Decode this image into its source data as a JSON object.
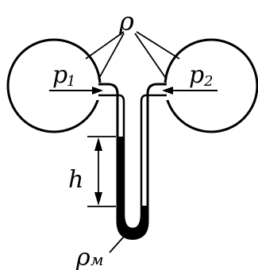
{
  "labels": {
    "rho": "ρ",
    "p1": "p",
    "p1_sub": "1",
    "p2": "p",
    "p2_sub": "2",
    "h": "h",
    "rho_m": "ρ",
    "rho_m_sub": "м"
  },
  "colors": {
    "ink": "#000000",
    "background": "#ffffff"
  }
}
